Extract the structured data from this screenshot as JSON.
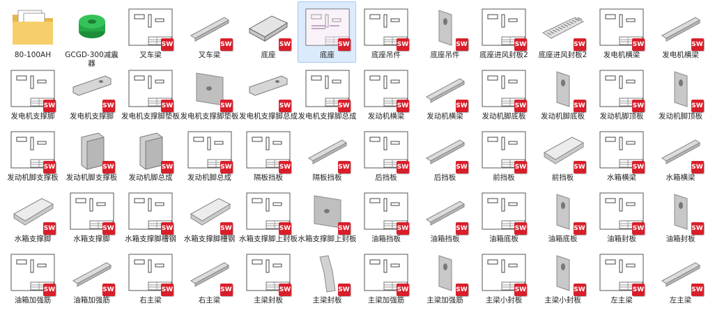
{
  "window": {
    "selected_index": 5
  },
  "badge_text": "SW",
  "files": [
    {
      "name": "80-100AH",
      "kind": "folder"
    },
    {
      "name": "GCGD-300减震器",
      "kind": "part-green"
    },
    {
      "name": "叉车梁",
      "kind": "drawing"
    },
    {
      "name": "叉车梁",
      "kind": "part-beam"
    },
    {
      "name": "底座",
      "kind": "part-frame"
    },
    {
      "name": "底座",
      "kind": "drawing-detail"
    },
    {
      "name": "底座吊件",
      "kind": "drawing"
    },
    {
      "name": "底座吊件",
      "kind": "part-plate"
    },
    {
      "name": "底座进风封板2",
      "kind": "drawing"
    },
    {
      "name": "底座进风封板2",
      "kind": "part-grille"
    },
    {
      "name": "发电机横梁",
      "kind": "drawing"
    },
    {
      "name": "发电机横梁",
      "kind": "part-beam"
    },
    {
      "name": "发电机支撑脚",
      "kind": "drawing"
    },
    {
      "name": "发电机支撑脚",
      "kind": "part-bracket"
    },
    {
      "name": "发电机支撑脚垫板",
      "kind": "drawing"
    },
    {
      "name": "发电机支撑脚垫板",
      "kind": "part-square"
    },
    {
      "name": "发电机支撑脚总成",
      "kind": "part-bracket"
    },
    {
      "name": "发电机支撑脚总成",
      "kind": "drawing"
    },
    {
      "name": "发动机横梁",
      "kind": "drawing"
    },
    {
      "name": "发动机横梁",
      "kind": "part-beam"
    },
    {
      "name": "发动机脚底板",
      "kind": "drawing"
    },
    {
      "name": "发动机脚底板",
      "kind": "part-plate"
    },
    {
      "name": "发动机脚顶板",
      "kind": "drawing"
    },
    {
      "name": "发动机脚顶板",
      "kind": "part-plate"
    },
    {
      "name": "发动机脚支撑板",
      "kind": "drawing"
    },
    {
      "name": "发动机脚支撑板",
      "kind": "part-box"
    },
    {
      "name": "发动机脚总成",
      "kind": "part-box"
    },
    {
      "name": "发动机脚总成",
      "kind": "drawing"
    },
    {
      "name": "隔板挡板",
      "kind": "drawing"
    },
    {
      "name": "隔板挡板",
      "kind": "part-beam"
    },
    {
      "name": "后挡板",
      "kind": "drawing"
    },
    {
      "name": "后挡板",
      "kind": "part-beam"
    },
    {
      "name": "前挡板",
      "kind": "drawing"
    },
    {
      "name": "前挡板",
      "kind": "part-channel"
    },
    {
      "name": "水箱横梁",
      "kind": "drawing"
    },
    {
      "name": "水箱横梁",
      "kind": "part-beam"
    },
    {
      "name": "水箱支撑脚",
      "kind": "part-channel"
    },
    {
      "name": "水箱支撑脚",
      "kind": "drawing"
    },
    {
      "name": "水箱支撑脚槽钢",
      "kind": "drawing"
    },
    {
      "name": "水箱支撑脚槽钢",
      "kind": "part-channel"
    },
    {
      "name": "水箱支撑脚上封板",
      "kind": "drawing"
    },
    {
      "name": "水箱支撑脚上封板",
      "kind": "part-square"
    },
    {
      "name": "油箱挡板",
      "kind": "drawing"
    },
    {
      "name": "油箱挡板",
      "kind": "part-beam"
    },
    {
      "name": "油箱底板",
      "kind": "drawing"
    },
    {
      "name": "油箱底板",
      "kind": "part-plate"
    },
    {
      "name": "油箱封板",
      "kind": "drawing"
    },
    {
      "name": "油箱封板",
      "kind": "part-plate"
    },
    {
      "name": "油箱加强筋",
      "kind": "drawing"
    },
    {
      "name": "油箱加强筋",
      "kind": "part-beam"
    },
    {
      "name": "右主梁",
      "kind": "drawing"
    },
    {
      "name": "右主梁",
      "kind": "part-beam"
    },
    {
      "name": "主梁封板",
      "kind": "drawing"
    },
    {
      "name": "主梁封板",
      "kind": "part-bent"
    },
    {
      "name": "主梁加强筋",
      "kind": "drawing"
    },
    {
      "name": "主梁加强筋",
      "kind": "part-plate"
    },
    {
      "name": "主梁小封板",
      "kind": "drawing"
    },
    {
      "name": "主梁小封板",
      "kind": "part-plate"
    },
    {
      "name": "左主梁",
      "kind": "drawing"
    },
    {
      "name": "左主梁",
      "kind": "part-beam"
    }
  ],
  "colors": {
    "selected_bg": "#dcebfc",
    "selected_border": "#a6c9f2",
    "badge": "#d81e2a"
  }
}
